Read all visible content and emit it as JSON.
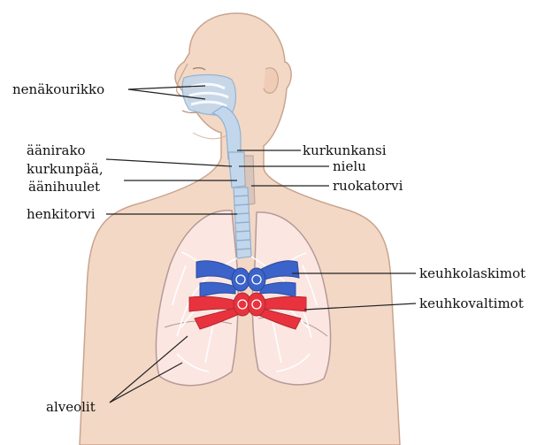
{
  "labels": {
    "nenakourikko": "nenäkourikko",
    "aanirako": "äänirako",
    "kurkunpaa_1": "kurkunpää,",
    "kurkunpaa_2": "äänihuulet",
    "henkitorvi": "henkitorvi",
    "alveolit": "alveolit",
    "kurkunkansi": "kurkunkansi",
    "nielu": "nielu",
    "ruokatorvi": "ruokatorvi",
    "keuhkolaskimot": "keuhkolaskimot",
    "keuhkovaltimot": "keuhkovaltimot"
  },
  "colors": {
    "skin": "#f3d8c6",
    "skin_outline": "#c9a48e",
    "airway": "#c3d7ec",
    "airway_outline": "#8fb0d0",
    "lung_fill": "#fbe6e2",
    "lung_outline": "#b59a98",
    "capillary": "#ffffff",
    "veins": "#3b63c9",
    "arteries": "#e8333e",
    "leader_line": "#222222"
  }
}
